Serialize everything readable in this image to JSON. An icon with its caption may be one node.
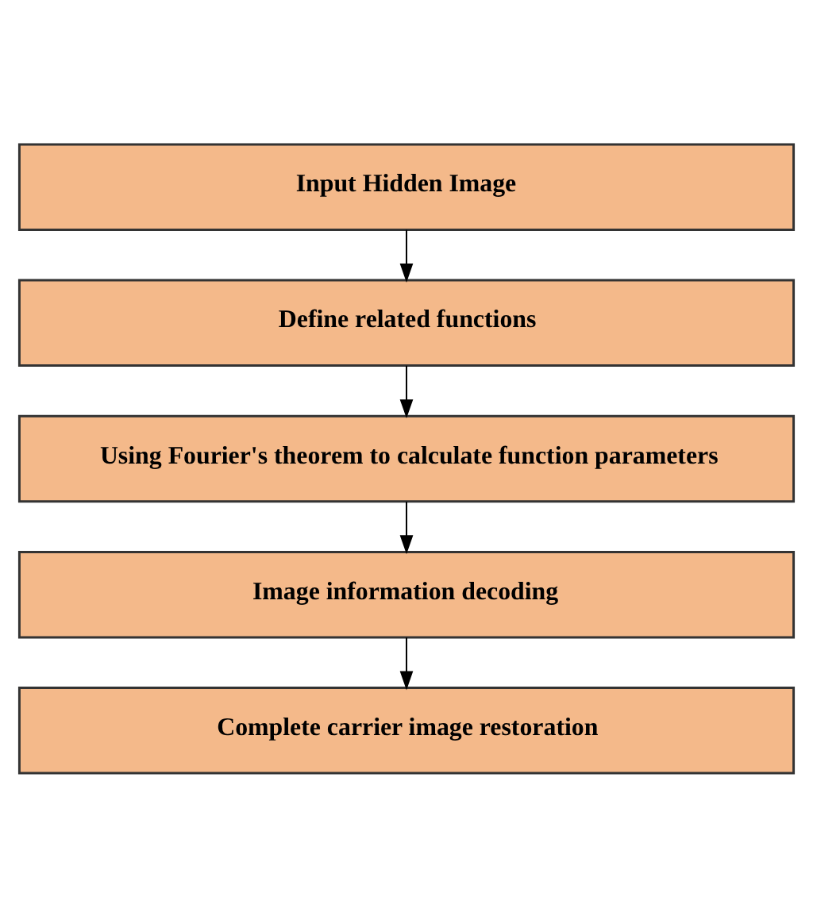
{
  "diagram": {
    "nodes": [
      {
        "text": [
          "Input Hidden Image"
        ]
      },
      {
        "text": [
          "Define related functions"
        ]
      },
      {
        "text": [
          "Using Fourier's theorem to calculate function parameters"
        ]
      },
      {
        "text": [
          "Image information decoding"
        ]
      },
      {
        "text": [
          "Complete carrier image restoration"
        ]
      }
    ],
    "edges": [
      {
        "from": 0,
        "to": 1,
        "arrow": "to"
      },
      {
        "from": 1,
        "to": 2,
        "arrow": "to"
      },
      {
        "from": 2,
        "to": 3,
        "arrow": "to"
      },
      {
        "from": 3,
        "to": 4,
        "arrow": "to"
      }
    ]
  }
}
